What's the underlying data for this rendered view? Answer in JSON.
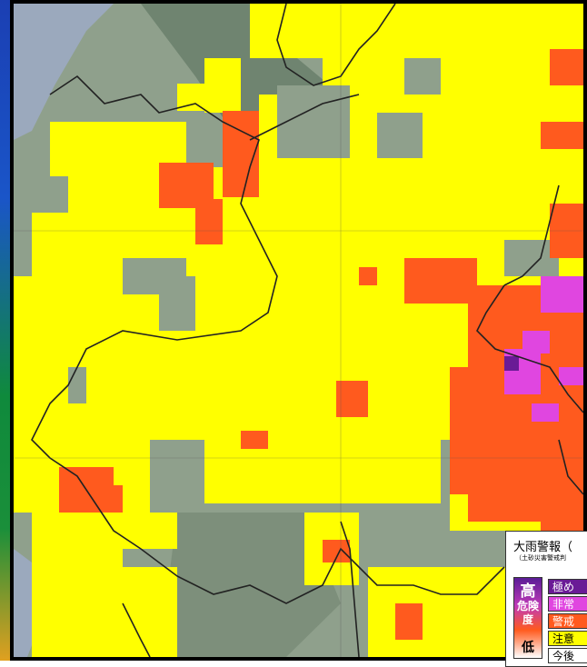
{
  "colors": {
    "sea": "#9ba9bd",
    "terrain": "#8fa08c",
    "terrain_dark": "#6f8470",
    "caution": "#ffff00",
    "warning": "#ff5a1e",
    "very_high": "#e046e0",
    "extreme": "#6a1b96",
    "boundary": "#222222"
  },
  "legend": {
    "title": "大雨警報（",
    "subtitle": "（土砂災害警戒判",
    "level_high": "高",
    "level_mid": "危険度",
    "level_low": "低",
    "categories": [
      {
        "label": "極め",
        "color": "#6a1b96"
      },
      {
        "label": "非常",
        "color": "#e046e0"
      },
      {
        "label": "警戒",
        "color": "#ff5a1e"
      },
      {
        "label": "注意",
        "color": "#ffff00"
      },
      {
        "label": "今後",
        "color": "#ffffff"
      }
    ]
  }
}
